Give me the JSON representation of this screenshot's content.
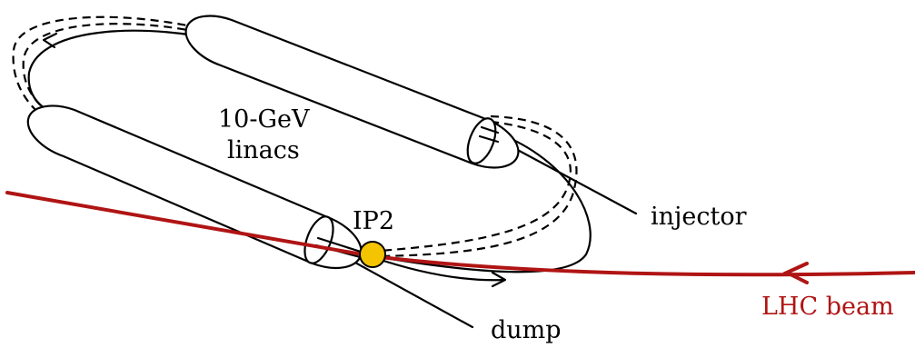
{
  "labels": {
    "linacs_line1": "10-GeV",
    "linacs_line2": "linacs",
    "ip": "IP2",
    "injector": "injector",
    "dump": "dump",
    "lhc": "LHC beam"
  },
  "colors": {
    "lhc_beam": "#b01414",
    "ip_marker": "#f5c400",
    "lines": "#000000"
  }
}
